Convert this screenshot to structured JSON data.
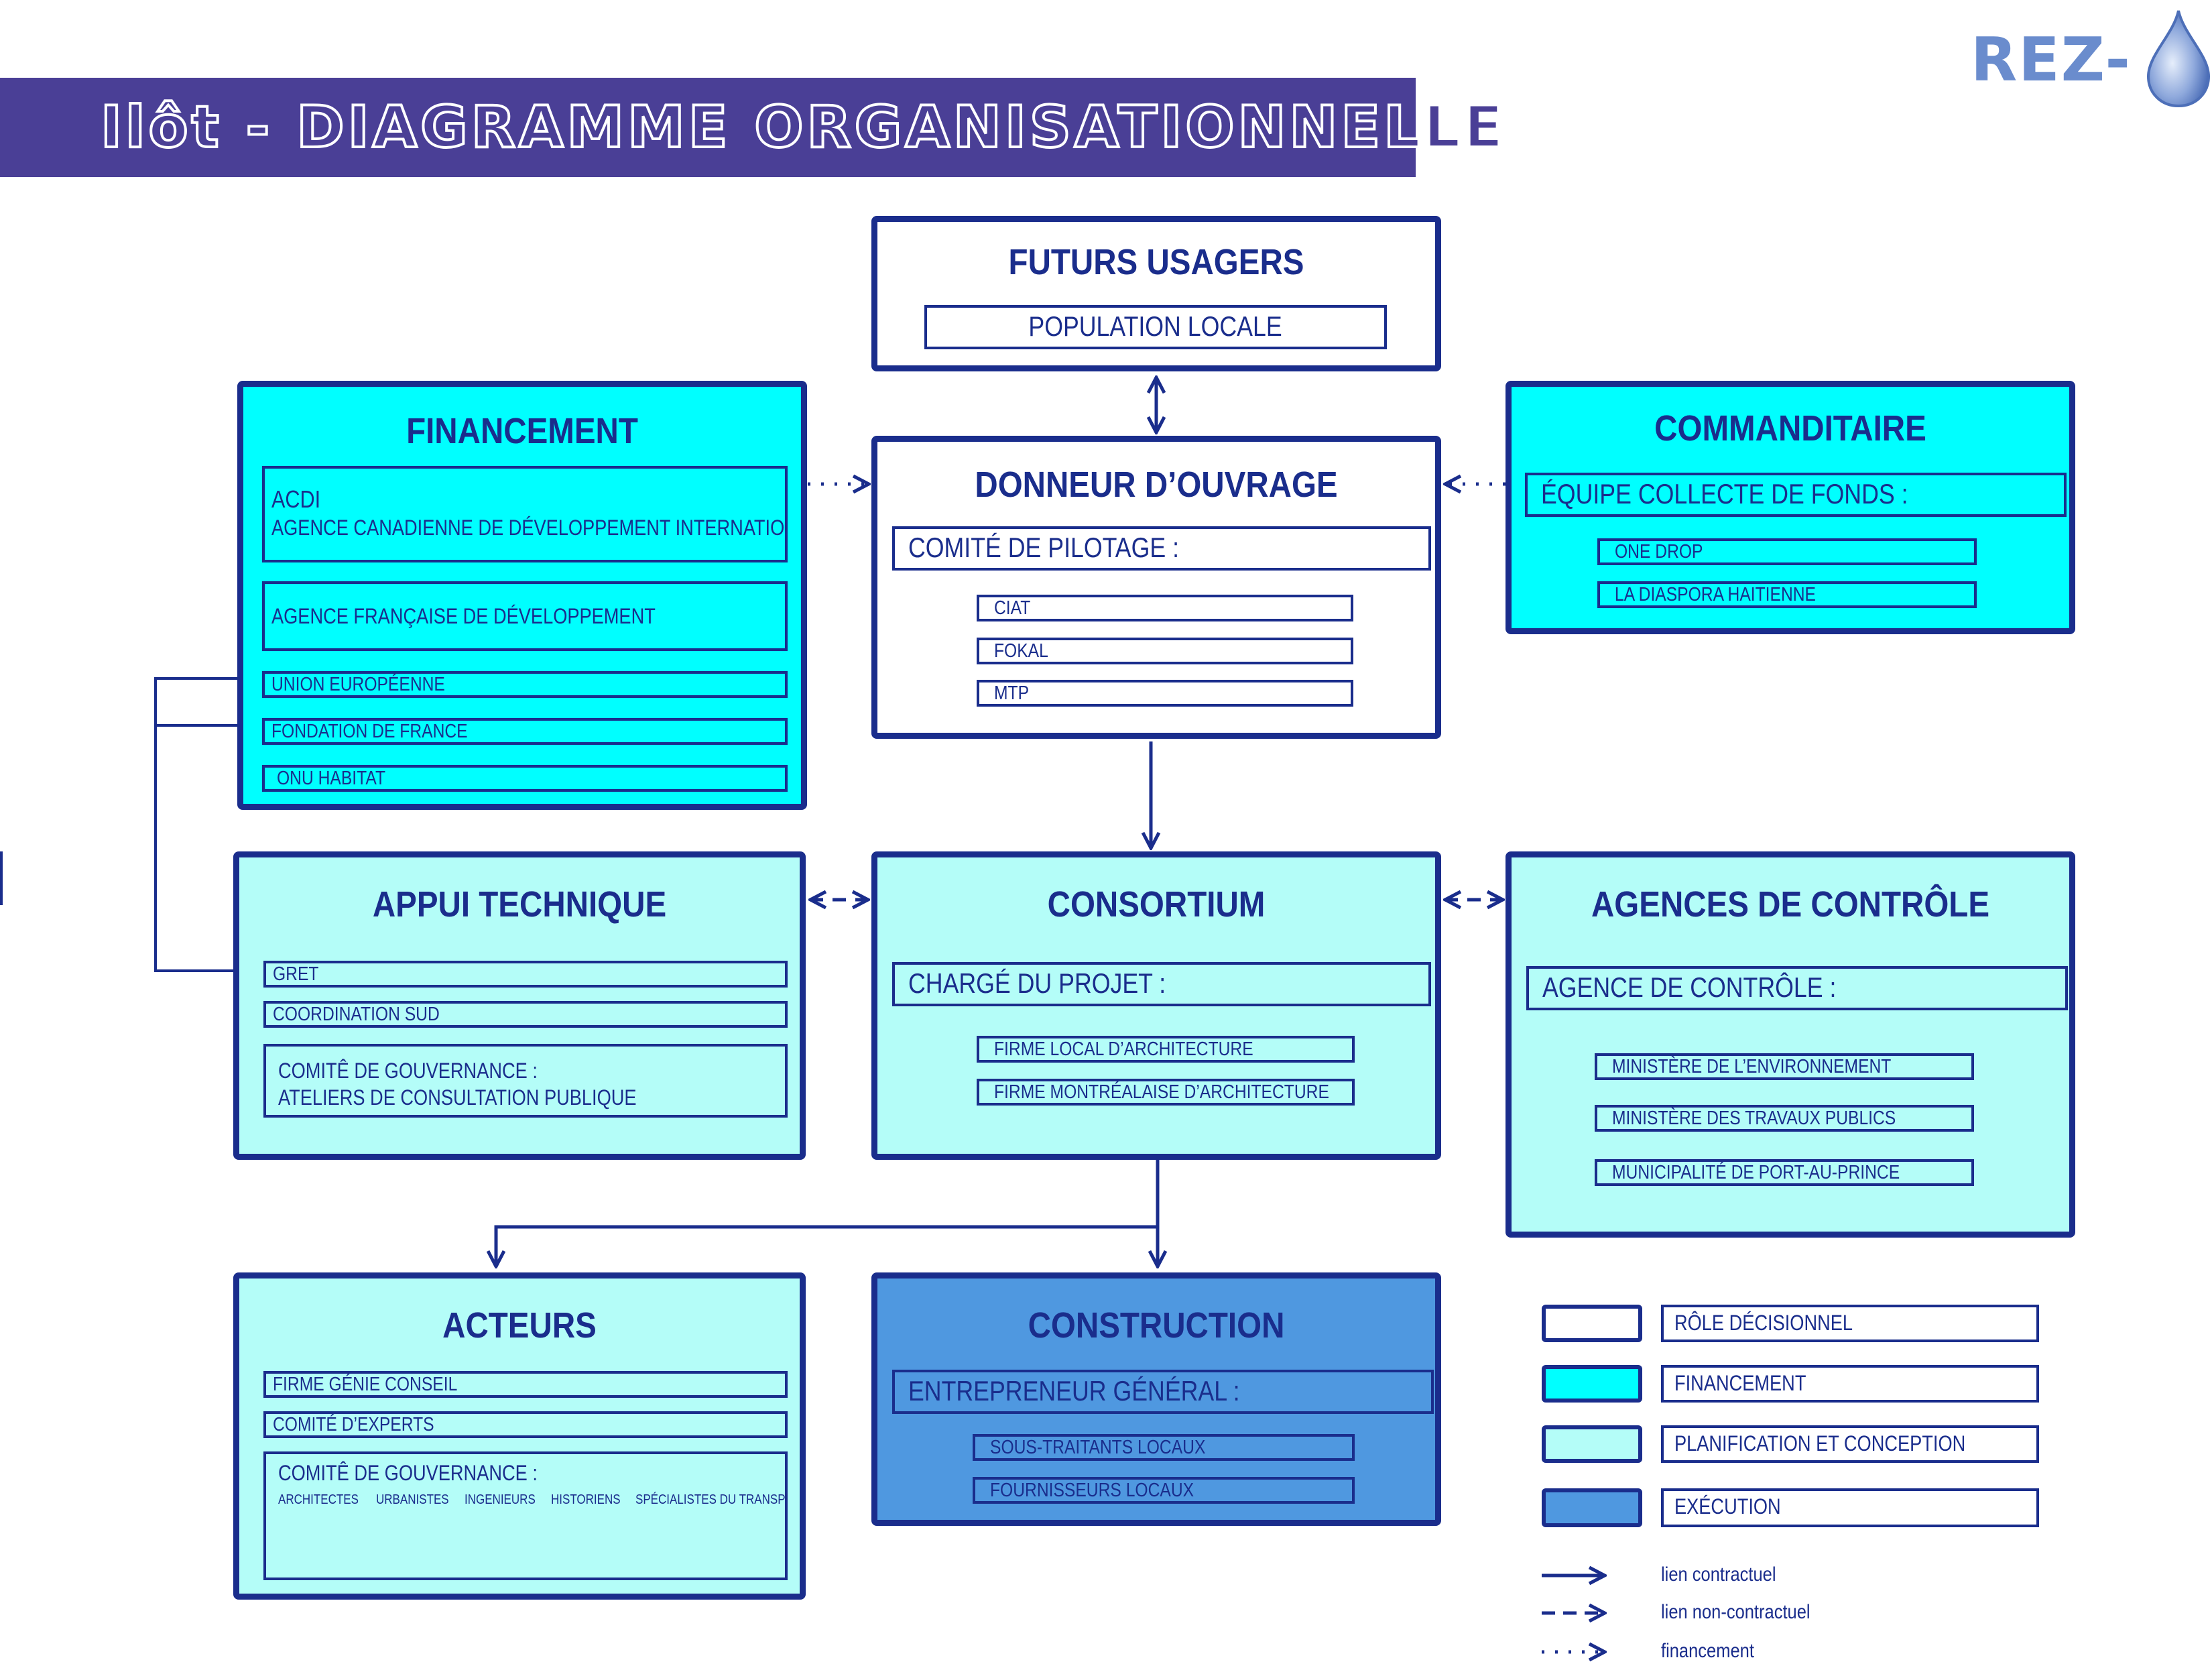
{
  "header": {
    "title": "Ilôt - DIAGRAMME ORGANISATIONNELLE",
    "logo_text": "REZ-"
  },
  "colors": {
    "navy": "#1a2d8c",
    "banner": "#4a3f96",
    "decisional": "#ffffff",
    "financing": "#00ffff",
    "planning": "#b4fdf8",
    "execution": "#4f98e0",
    "logo": "#6a8ccd"
  },
  "boxes": {
    "futurs_usagers": {
      "title": "FUTURS USAGERS",
      "items": [
        "POPULATION LOCALE"
      ]
    },
    "financement": {
      "title": "FINANCEMENT",
      "acdi_short": "ACDI",
      "acdi_full": "AGENCE CANADIENNE DE DÉVELOPPEMENT INTERNATIONALE",
      "items": [
        "AGENCE FRANÇAISE DE DÉVELOPPEMENT",
        "UNION EUROPÉENNE",
        "FONDATION DE FRANCE",
        "ONU HABITAT"
      ]
    },
    "donneur_ouvrage": {
      "title": "DONNEUR D’OUVRAGE",
      "group": "COMITÉ DE PILOTAGE :",
      "items": [
        "CIAT",
        "FOKAL",
        "MTP"
      ]
    },
    "commanditaire": {
      "title": "COMMANDITAIRE",
      "group": "ÉQUIPE COLLECTE DE FONDS :",
      "items": [
        "ONE DROP",
        "LA DIASPORA HAITIENNE"
      ]
    },
    "appui_technique": {
      "title": "APPUI TECHNIQUE",
      "items": [
        "GRET",
        "COORDINATION SUD"
      ],
      "gov_line1": "COMITÊ DE GOUVERNANCE :",
      "gov_line2": "ATELIERS DE CONSULTATION PUBLIQUE"
    },
    "consortium": {
      "title": "CONSORTIUM",
      "group": "CHARGÉ DU PROJET :",
      "items": [
        "FIRME LOCAL D’ARCHITECTURE",
        "FIRME MONTRÉALAISE D’ARCHITECTURE"
      ]
    },
    "agences_controle": {
      "title": "AGENCES DE CONTRÔLE",
      "group": "AGENCE DE CONTRÔLE :",
      "items": [
        "MINISTÈRE DE L’ENVIRONNEMENT",
        "MINISTÈRE DES TRAVAUX PUBLICS",
        "MUNICIPALITÉ DE PORT-AU-PRINCE"
      ]
    },
    "acteurs": {
      "title": "ACTEURS",
      "items": [
        "FIRME GÉNIE CONSEIL",
        "COMITÉ D’EXPERTS"
      ],
      "gov_title": "COMITÊ DE GOUVERNANCE :",
      "gov_members": [
        "ARCHITECTES",
        "URBANISTES",
        "INGENIEURS",
        "HISTORIENS",
        "SPÉCIALISTES DU TRANSPORT"
      ]
    },
    "construction": {
      "title": "CONSTRUCTION",
      "group": "ENTREPRENEUR GÉNÉRAL :",
      "items": [
        "SOUS-TRAITANTS LOCAUX",
        "FOURNISSEURS LOCAUX"
      ]
    }
  },
  "legend": {
    "roles": [
      "RÔLE DÉCISIONNEL",
      "FINANCEMENT",
      "PLANIFICATION ET CONCEPTION",
      "EXÉCUTION"
    ],
    "links": [
      "lien contractuel",
      "lien non-contractuel",
      "financement"
    ]
  }
}
